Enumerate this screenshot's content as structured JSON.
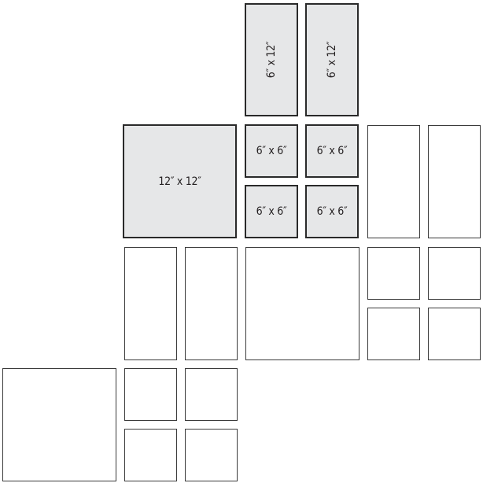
{
  "tiles": {
    "rect_a": "6″ x 12″",
    "rect_b": "6″ x 12″",
    "large": "12″ x 12″",
    "small_a": "6″ x 6″",
    "small_b": "6″ x 6″",
    "small_c": "6″ x 6″",
    "small_d": "6″ x 6″"
  },
  "colors": {
    "shaded_fill": "#e6e7e8",
    "outline": "#2a2a2a",
    "text": "#231f20"
  }
}
